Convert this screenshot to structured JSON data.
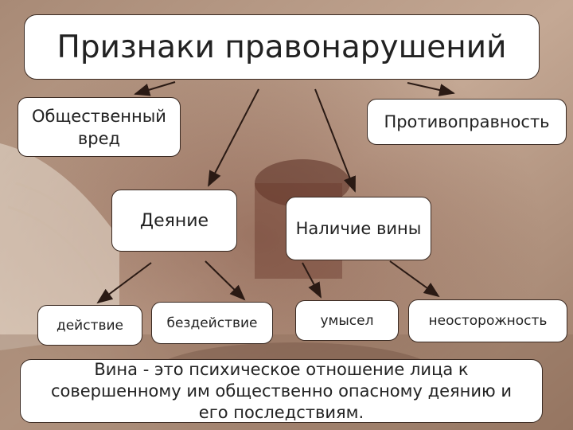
{
  "title": "Признаки правонарушений",
  "signs": {
    "harm": "Общественный вред",
    "unlawfulness": "Противоправность",
    "act": "Деяние",
    "guilt": "Наличие вины"
  },
  "act_forms": {
    "action": "действие",
    "inaction": "бездействие"
  },
  "guilt_forms": {
    "intent": "умысел",
    "negligence": "неосторожность"
  },
  "definition": "Вина - это психическое отношение лица к совершенному им общественно опасному деянию и его последствиям."
}
